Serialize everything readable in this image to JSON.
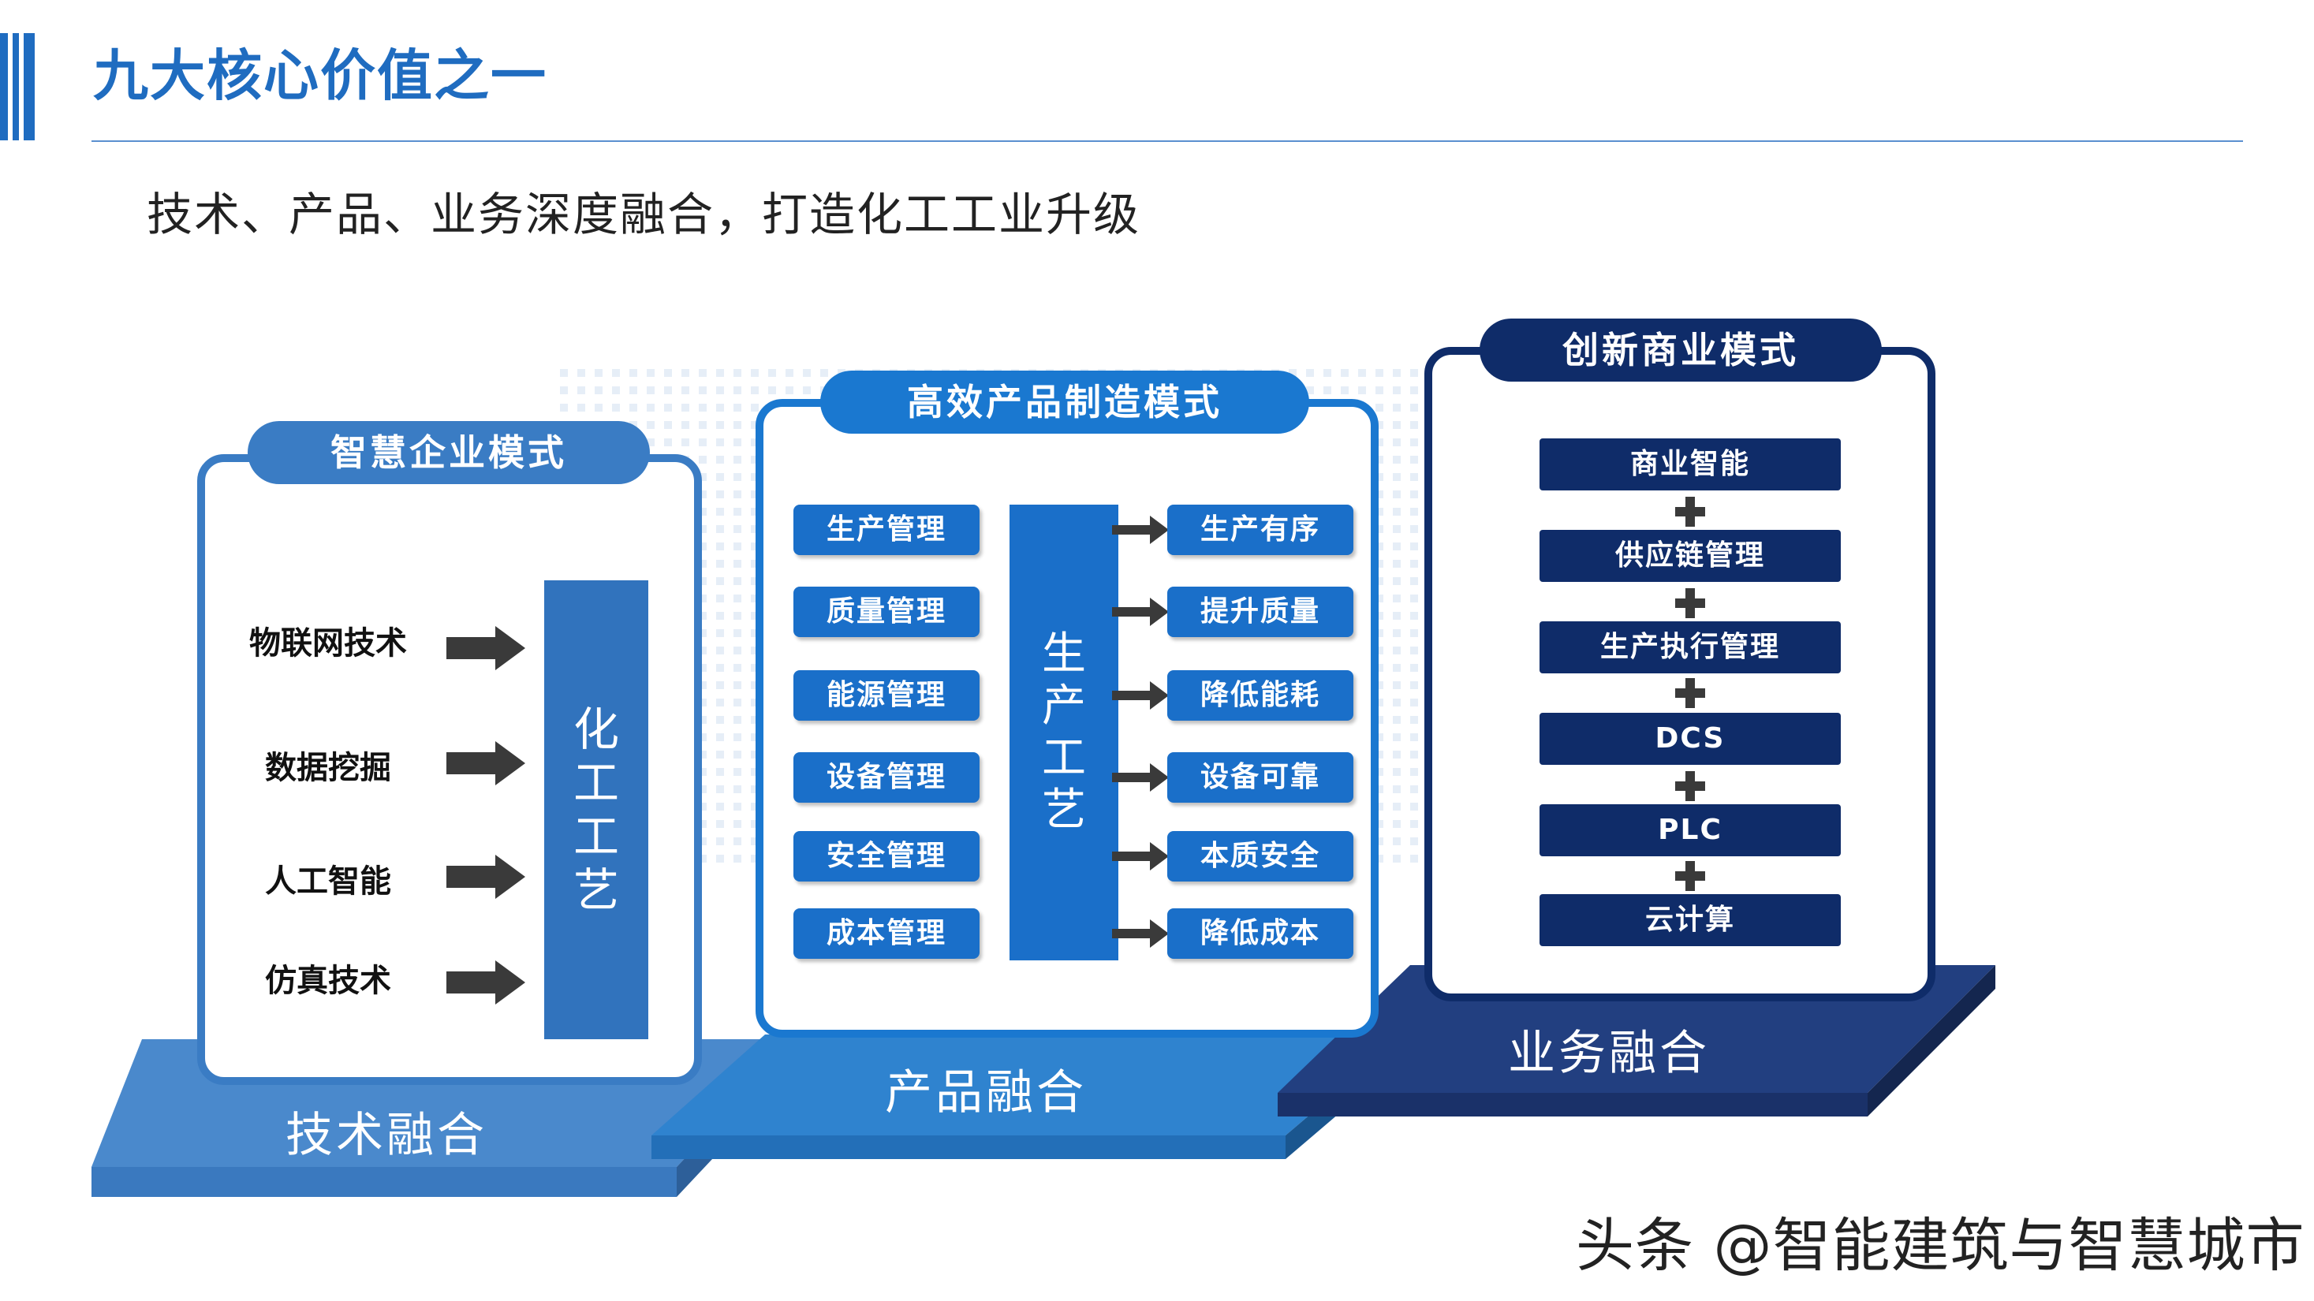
{
  "header": {
    "title": "九大核心价值之一",
    "subtitle": "技术、产品、业务深度融合，打造化工工业升级"
  },
  "colors": {
    "accent": "#1f6cc0",
    "platform_left": "#4a89cc",
    "platform_middle": "#2f83cf",
    "platform_right": "#223f80",
    "panel_dark": "#0f2c69"
  },
  "platforms": {
    "left": "技术融合",
    "middle": "产品融合",
    "right": "业务融合"
  },
  "panel_left": {
    "title": "智慧企业模式",
    "items": [
      "物联网技术",
      "数据挖掘",
      "人工智能",
      "仿真技术"
    ],
    "center": "化工工艺"
  },
  "panel_middle": {
    "title": "高效产品制造模式",
    "left_items": [
      "生产管理",
      "质量管理",
      "能源管理",
      "设备管理",
      "安全管理",
      "成本管理"
    ],
    "center": "生产工艺",
    "right_items": [
      "生产有序",
      "提升质量",
      "降低能耗",
      "设备可靠",
      "本质安全",
      "降低成本"
    ]
  },
  "panel_right": {
    "title": "创新商业模式",
    "stack": [
      "商业智能",
      "供应链管理",
      "生产执行管理",
      "DCS",
      "PLC",
      "云计算"
    ]
  },
  "watermark": "头条 @智能建筑与智慧城市"
}
